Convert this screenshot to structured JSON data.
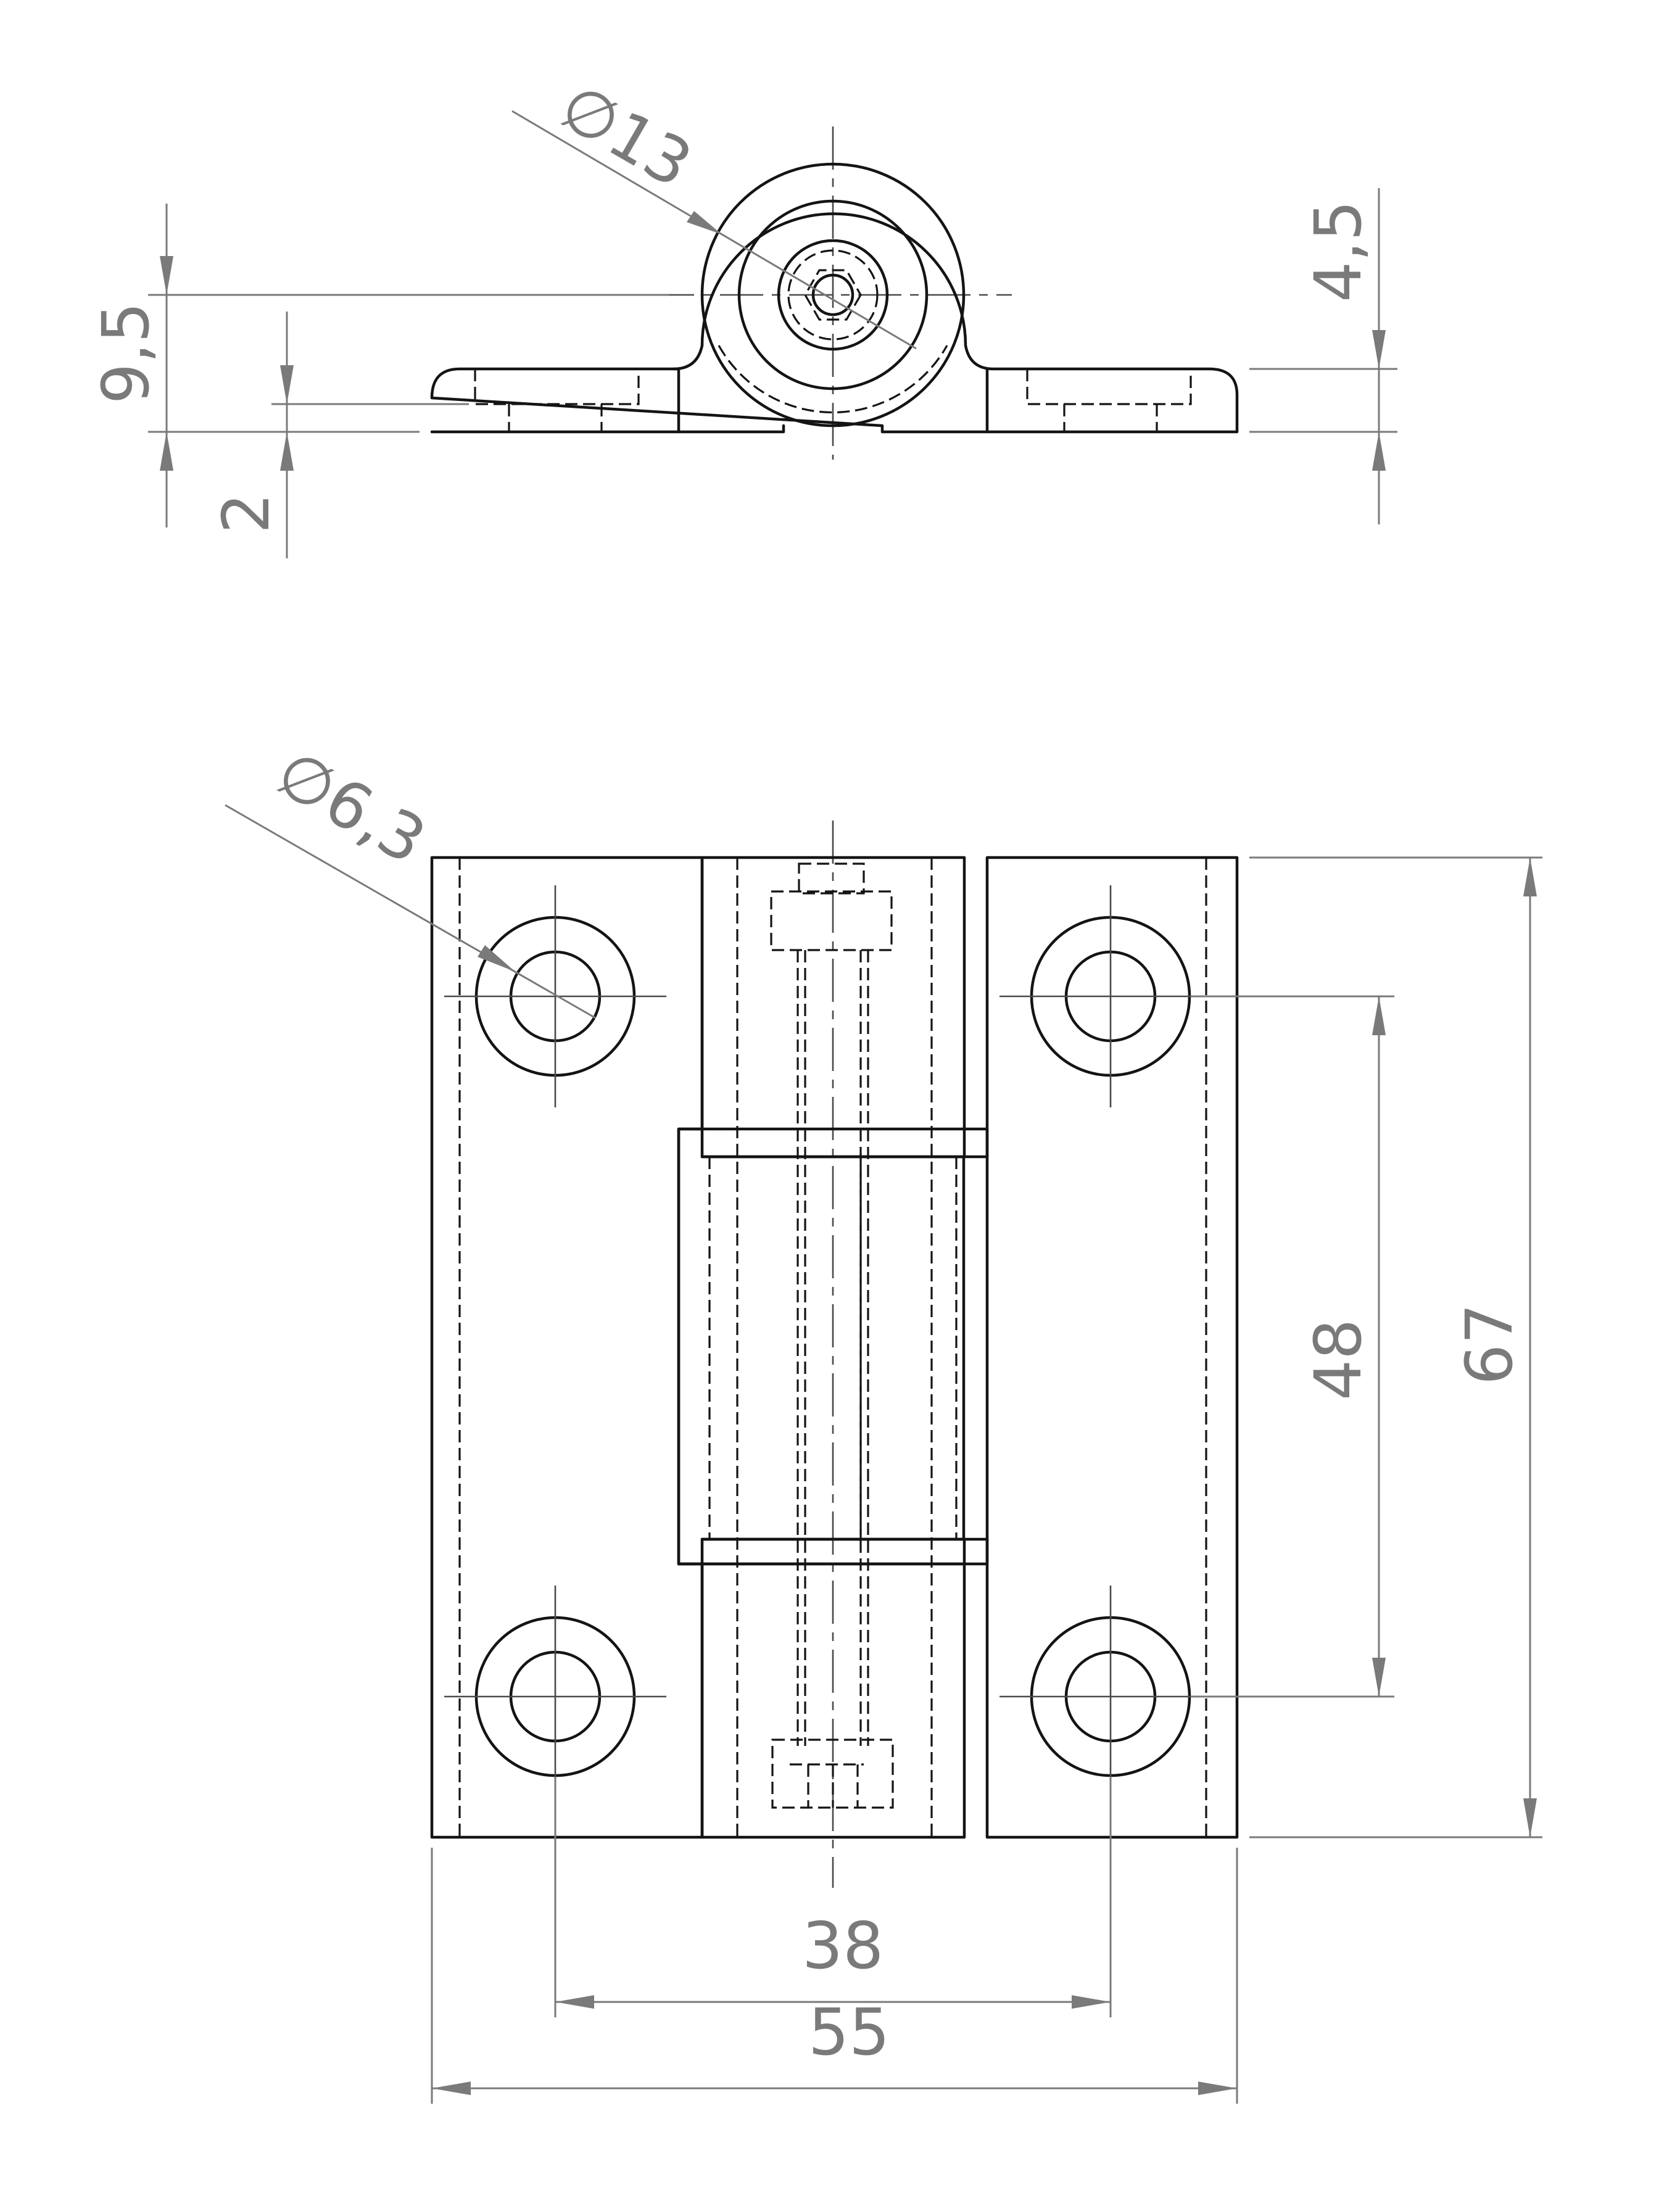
{
  "colors": {
    "outline": "#141414",
    "dimension": "#7a7a7a",
    "background": "#ffffff"
  },
  "dimensions": {
    "side_view": {
      "pin_diameter": "∅13",
      "overall_height": "9,5",
      "base_thickness": "2",
      "pin_offset": "4,5"
    },
    "front_view": {
      "hole_diameter": "∅6,3",
      "hole_spacing_vertical": "48",
      "overall_height": "67",
      "hole_spacing_horizontal": "38",
      "overall_width": "55"
    }
  }
}
